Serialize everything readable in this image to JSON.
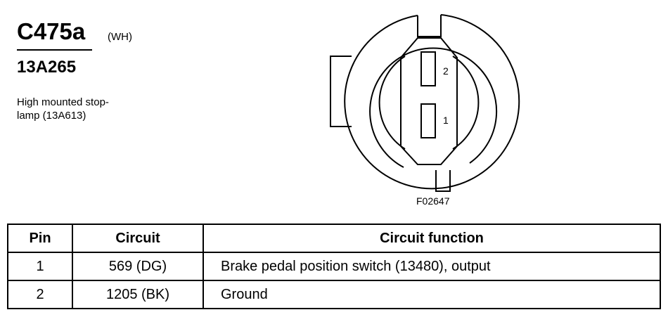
{
  "connector": {
    "id": "C475a",
    "color": "(WH)",
    "part_number": "13A265",
    "description_lines": [
      "High mounted stop-",
      "lamp (13A613)"
    ]
  },
  "diagram": {
    "pin_labels": [
      "2",
      "1"
    ],
    "figure_id": "F02647"
  },
  "table": {
    "headers": [
      "Pin",
      "Circuit",
      "Circuit function"
    ],
    "rows": [
      {
        "pin": "1",
        "circuit": "569 (DG)",
        "function": "Brake pedal position switch (13480), output"
      },
      {
        "pin": "2",
        "circuit": "1205 (BK)",
        "function": "Ground"
      }
    ]
  }
}
